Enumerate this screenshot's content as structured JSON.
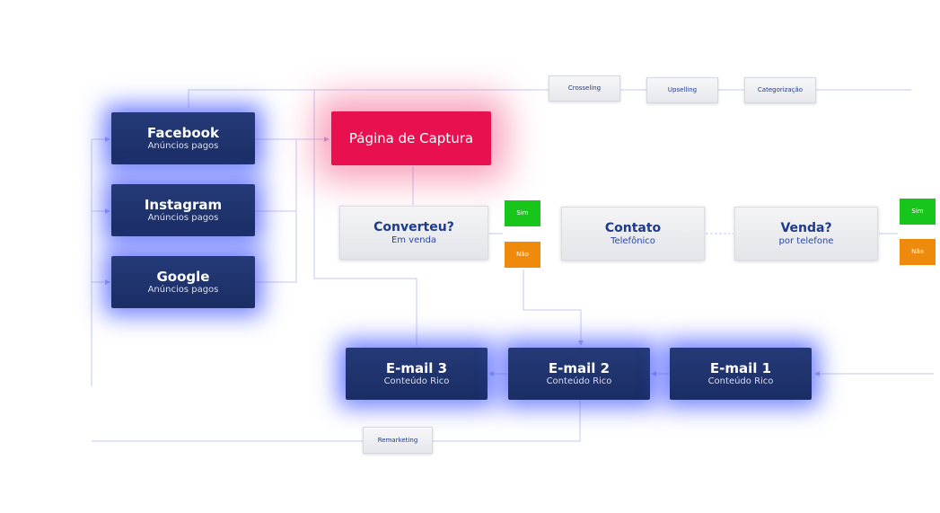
{
  "colors": {
    "node_blue": "#243a78",
    "node_pink": "#e8104f",
    "yes_green": "#18c51a",
    "no_orange": "#ef8b0c",
    "label_blue": "#1e3a8a"
  },
  "nodes": {
    "facebook": {
      "title": "Facebook",
      "subtitle": "Anúncios pagos"
    },
    "instagram": {
      "title": "Instagram",
      "subtitle": "Anúncios pagos"
    },
    "google": {
      "title": "Google",
      "subtitle": "Anúncios pagos"
    },
    "capture": {
      "title": "Página de Captura"
    },
    "converted": {
      "title": "Converteu?",
      "subtitle": "Em venda"
    },
    "contact": {
      "title": "Contato",
      "subtitle": "Telefônico"
    },
    "sale": {
      "title": "Venda?",
      "subtitle": "por telefone"
    },
    "email3": {
      "title": "E-mail 3",
      "subtitle": "Conteúdo Rico"
    },
    "email2": {
      "title": "E-mail 2",
      "subtitle": "Conteúdo Rico"
    },
    "email1": {
      "title": "E-mail 1",
      "subtitle": "Conteúdo Rico"
    }
  },
  "decisions": {
    "converted_yes": "Sim",
    "converted_no": "Não",
    "sale_yes": "Sim",
    "sale_no": "Não"
  },
  "tags": {
    "crosselling": "Crosseling",
    "upselling": "Upselling",
    "categorization": "Categorização",
    "remarketing": "Remarketing"
  }
}
